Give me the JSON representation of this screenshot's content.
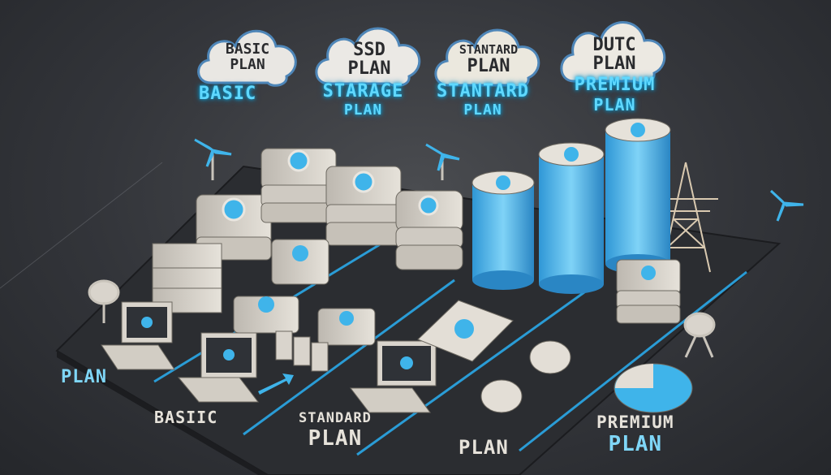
{
  "clouds": [
    {
      "line1": "BASIC",
      "line2": "PLAN"
    },
    {
      "line1": "SSD",
      "line2": "PLAN"
    },
    {
      "line1": "STANTARD",
      "line2": "PLAN"
    },
    {
      "line1": "DUTC",
      "line2": "PLAN"
    }
  ],
  "neon_labels": {
    "basic": "BASIC",
    "storage_line1": "STARAGE",
    "storage_line2": "PLAN",
    "standard_line1": "STANTARD",
    "standard_line2": "PLAN",
    "premium_line1": "PREMIUM",
    "premium_line2": "PLAN"
  },
  "floor_labels": {
    "plan_left": "PLAN",
    "basic": "BASIIC",
    "standard_line1": "STANDARD",
    "standard_line2": "PLAN",
    "plan_center": "PLAN",
    "premium_line1": "PREMIUM",
    "premium_line2": "PLAN"
  },
  "colors": {
    "neon": "#5fd8ff",
    "accent_blue": "#3fb4ea",
    "server_body": "#d9d4cc",
    "floor": "#2c2e33",
    "glow_line": "#2aa9e8"
  }
}
